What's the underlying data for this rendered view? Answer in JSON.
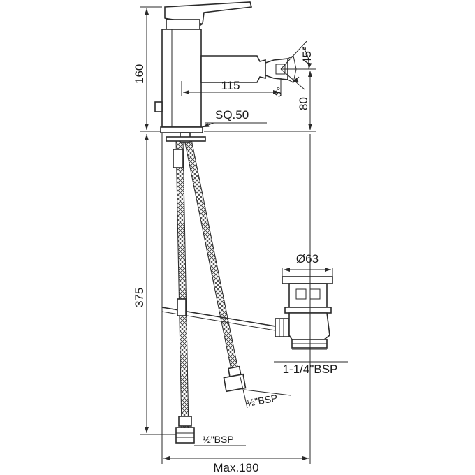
{
  "dimensions": {
    "faucet_height": "160",
    "spout_reach": "115",
    "spout_height": "80",
    "spout_angle": "45°",
    "spout_tilt": "5°",
    "base_square": "SQ.50",
    "hose_length": "375",
    "waste_diameter": "Ø63",
    "waste_thread": "1-1/4\"BSP",
    "hose_thread_right_frac": "½",
    "hose_thread_right_suffix": "\"BSP",
    "hose_thread_left_frac": "½",
    "hose_thread_left_suffix": "\"BSP",
    "max_width": "Max.180"
  }
}
